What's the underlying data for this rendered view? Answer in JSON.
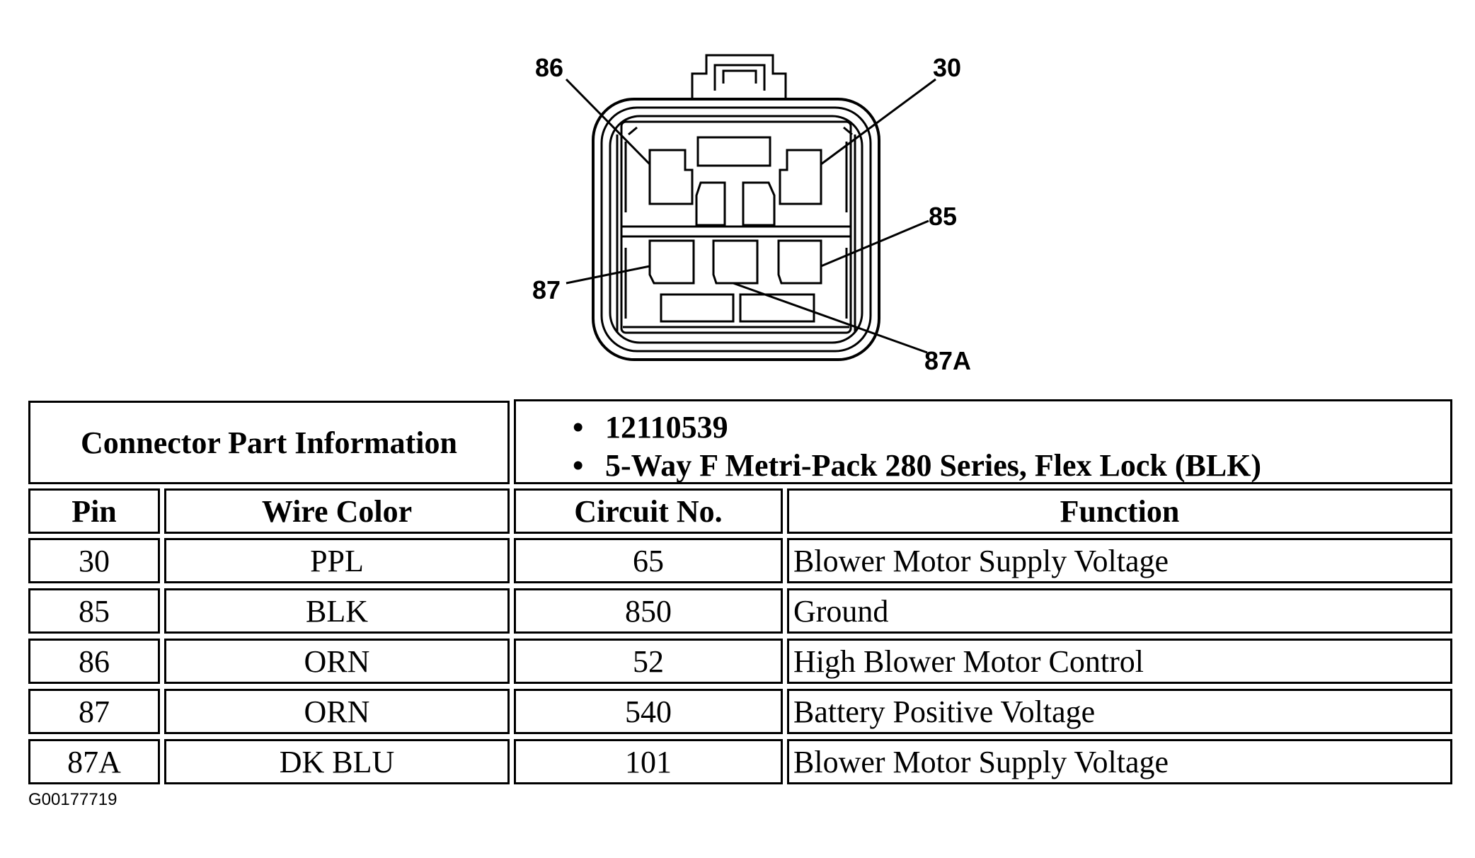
{
  "diagram": {
    "pins": [
      {
        "label": "86"
      },
      {
        "label": "30"
      },
      {
        "label": "85"
      },
      {
        "label": "87"
      },
      {
        "label": "87A"
      }
    ]
  },
  "table": {
    "part_info_label": "Connector Part Information",
    "part_info_items": [
      "12110539",
      "5-Way F Metri-Pack 280 Series, Flex Lock (BLK)"
    ],
    "headers": {
      "pin": "Pin",
      "wire_color": "Wire Color",
      "circuit_no": "Circuit No.",
      "function": "Function"
    },
    "rows": [
      {
        "pin": "30",
        "wire_color": "PPL",
        "circuit_no": "65",
        "function": "Blower Motor Supply Voltage"
      },
      {
        "pin": "85",
        "wire_color": "BLK",
        "circuit_no": "850",
        "function": "Ground"
      },
      {
        "pin": "86",
        "wire_color": "ORN",
        "circuit_no": "52",
        "function": "High Blower Motor Control"
      },
      {
        "pin": "87",
        "wire_color": "ORN",
        "circuit_no": "540",
        "function": "Battery Positive Voltage"
      },
      {
        "pin": "87A",
        "wire_color": "DK BLU",
        "circuit_no": "101",
        "function": "Blower Motor Supply Voltage"
      }
    ]
  },
  "figure_id": "G00177719"
}
